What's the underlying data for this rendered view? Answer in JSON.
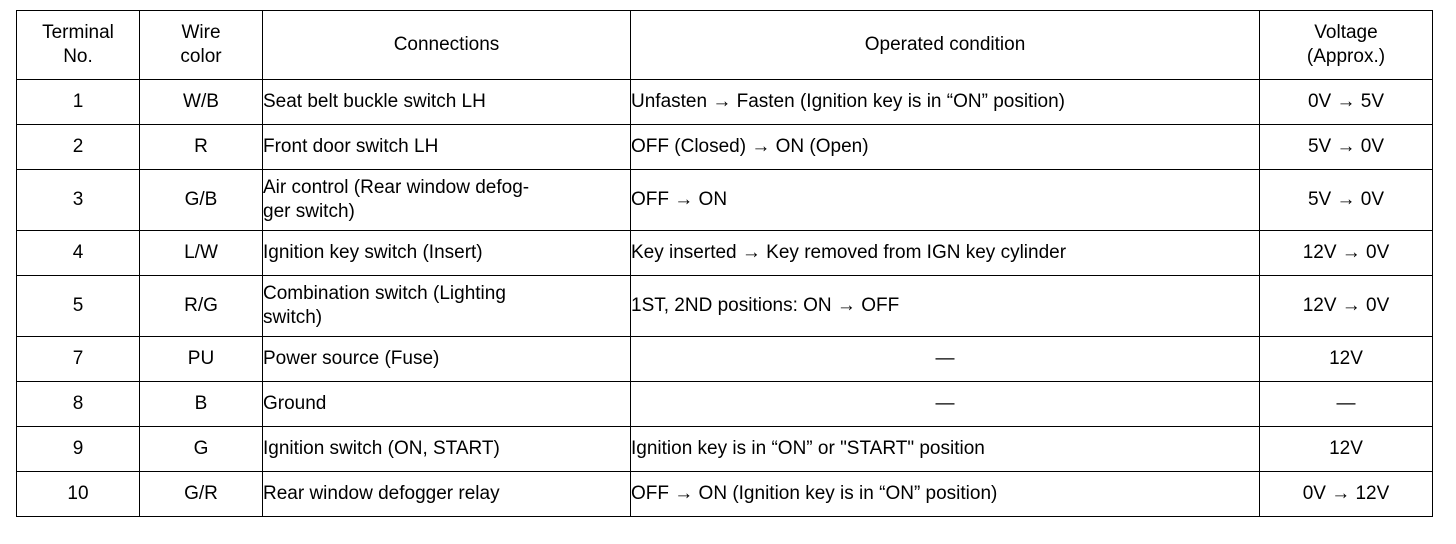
{
  "table": {
    "name": "harness-connector-terminal-table",
    "headers": [
      {
        "id": "terminal-no",
        "lines": [
          "Terminal",
          "No."
        ]
      },
      {
        "id": "wire-color",
        "lines": [
          "Wire",
          "color"
        ]
      },
      {
        "id": "connections",
        "lines": [
          "Connections"
        ]
      },
      {
        "id": "operated-condition",
        "lines": [
          "Operated condition"
        ]
      },
      {
        "id": "voltage",
        "lines": [
          "Voltage",
          "(Approx.)"
        ]
      }
    ],
    "rows": [
      {
        "terminal": "1",
        "wire": "W/B",
        "connections": "Seat belt buckle switch LH",
        "condition": "Unfasten → Fasten (Ignition key is in “ON” position)",
        "voltage": "0V → 5V"
      },
      {
        "terminal": "2",
        "wire": "R",
        "connections": "Front door switch LH",
        "condition": "OFF (Closed) → ON (Open)",
        "voltage": "5V → 0V"
      },
      {
        "terminal": "3",
        "wire": "G/B",
        "connections": "Air control (Rear window defog-\nger switch)",
        "condition": "OFF → ON",
        "voltage": "5V → 0V"
      },
      {
        "terminal": "4",
        "wire": "L/W",
        "connections": "Ignition key switch (Insert)",
        "condition": "Key inserted → Key removed from IGN key cylinder",
        "voltage": "12V → 0V"
      },
      {
        "terminal": "5",
        "wire": "R/G",
        "connections": "Combination switch (Lighting\nswitch)",
        "condition": "1ST, 2ND positions: ON → OFF",
        "voltage": "12V → 0V"
      },
      {
        "terminal": "7",
        "wire": "PU",
        "connections": "Power source (Fuse)",
        "condition": "—",
        "voltage": "12V"
      },
      {
        "terminal": "8",
        "wire": "B",
        "connections": "Ground",
        "condition": "—",
        "voltage": "—"
      },
      {
        "terminal": "9",
        "wire": "G",
        "connections": "Ignition switch (ON, START)",
        "condition": "Ignition key is in “ON” or \"START\" position",
        "voltage": "12V"
      },
      {
        "terminal": "10",
        "wire": "G/R",
        "connections": "Rear window defogger relay",
        "condition": "OFF → ON (Ignition key is in “ON” position)",
        "voltage": "0V → 12V"
      }
    ]
  },
  "style": {
    "rule_color": "#000000",
    "text_color": "#000000",
    "background": "#ffffff"
  }
}
